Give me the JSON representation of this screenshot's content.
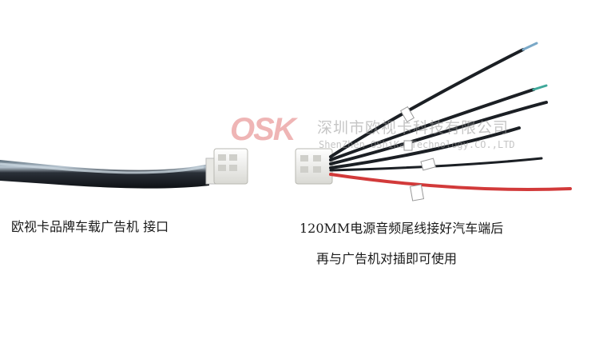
{
  "caption_left": "欧视卡品牌车载广告机 接口",
  "caption_right_line1": "120MM电源音频尾线接好汽车端后",
  "caption_right_line2": "再与广告机对插即可使用",
  "watermark": {
    "logo_text": "OSK",
    "company_cn": "深圳市欧视卡科技有限公司",
    "company_en": "ShenZhen OShiKa Technology.CO.,LTD"
  },
  "colors": {
    "cable_black": "#1b1f24",
    "cable_highlight": "#8fa4b5",
    "connector_white": "#f2f2f0",
    "wire_red": "#d23a3a",
    "wire_teal": "#3fa89a",
    "logo_red": "#e07070"
  }
}
